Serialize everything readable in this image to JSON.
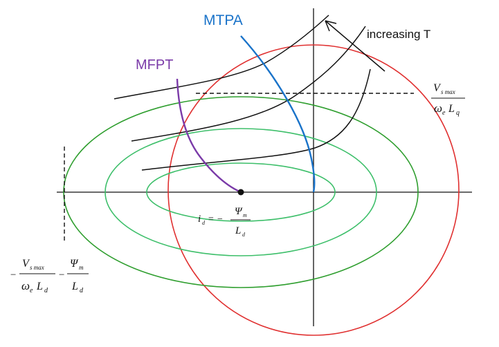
{
  "labels": {
    "mtpa": "MTPA",
    "mfpt": "MFPT",
    "increasing_t": "increasing T"
  },
  "math": {
    "vsmax_over_we_lq": {
      "num_main": "V",
      "num_sub": "s max",
      "den_main": "ω",
      "den_sub1": "e",
      "den_main2": "L",
      "den_sub2": "q"
    },
    "center": {
      "lhs": "i",
      "lhs_sub": "d",
      "eq": "= −",
      "num_main": "Ψ",
      "num_sub": "m",
      "den_main": "L",
      "den_sub": "d"
    },
    "left_bound": {
      "lead": "−",
      "num1_main": "V",
      "num1_sub": "s max",
      "den1_main": "ω",
      "den1_sub1": "e",
      "den1_main2": "L",
      "den1_sub2": "d",
      "mid": "−",
      "num2_main": "Ψ",
      "num2_sub": "m",
      "den2_main": "L",
      "den2_sub": "d"
    }
  },
  "colors": {
    "mtpa": "#1a73c9",
    "mfpt": "#7a3aa8",
    "voltage_ellipse_outer": "#2e9e2e",
    "voltage_ellipse_inner": "#3dbf6a",
    "current_circle": "#e03030",
    "torque_curves": "#111111",
    "axes": "#111111"
  }
}
